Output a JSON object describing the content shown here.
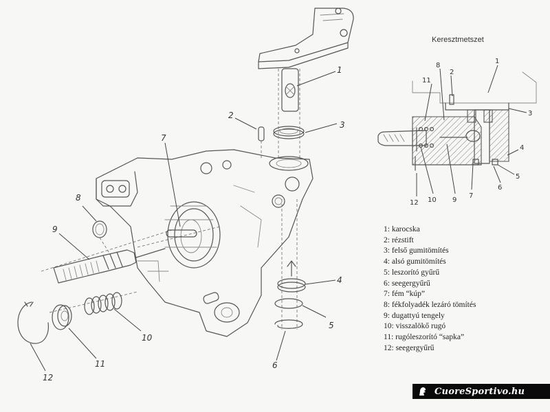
{
  "section": {
    "title": "Keresztmetszet"
  },
  "legend": [
    "1: karocska",
    "2: rézstift",
    "3: felső gumitömítés",
    "4: alsó gumitömítés",
    "5: leszorító gyűrű",
    "6: seegergyűrű",
    "7: fém “kúp”",
    "8: fékfolyadék lezáró tömítés",
    "9: dugattyú tengely",
    "10: visszalökő rugó",
    "11: rugóleszorító “sapka”",
    "12: seegergyűrű"
  ],
  "exploded_labels": {
    "n1": "1",
    "n2": "2",
    "n3": "3",
    "n4": "4",
    "n5": "5",
    "n6": "6",
    "n7": "7",
    "n8": "8",
    "n9": "9",
    "n10": "10",
    "n11": "11",
    "n12": "12"
  },
  "section_labels": {
    "s1": "1",
    "s2": "2",
    "s3": "3",
    "s4": "4",
    "s5": "5",
    "s6": "6",
    "s7": "7",
    "s8": "8",
    "s9": "9",
    "s10": "10",
    "s11": "11",
    "s12": "12"
  },
  "brand": {
    "text": "CuoreSportivo.hu",
    "mark_icon": "lion-emblem-icon"
  }
}
